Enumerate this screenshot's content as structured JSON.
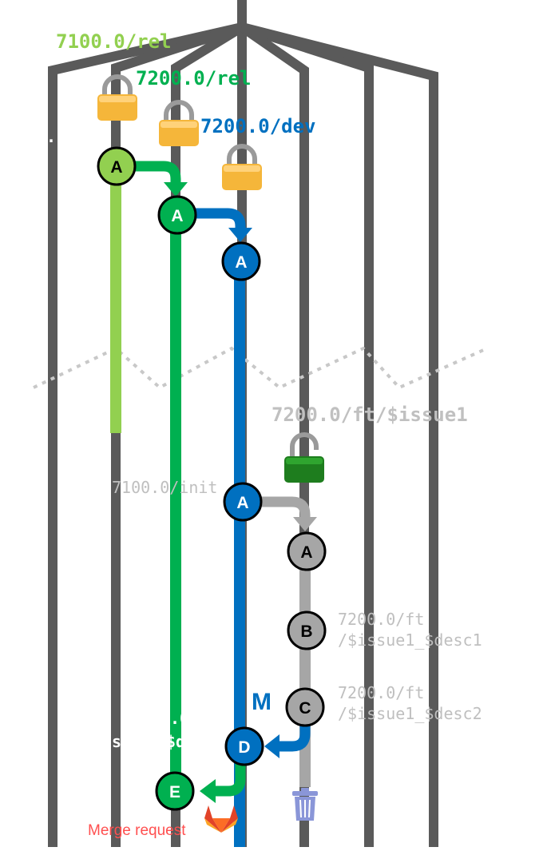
{
  "colors": {
    "trunk": "#5a5a5a",
    "rel_7100": "#92d050",
    "rel_7200": "#00b050",
    "dev_7200": "#0070c0",
    "feature": "#a6a6a6",
    "lock_gold": "#f5b63a",
    "lock_green": "#1e7d1e",
    "merge_request": "#ff5050",
    "wiggle": "#c8c8c8",
    "trash": "#8a96d8"
  },
  "labels": {
    "rel_7100": "7100.0/rel",
    "rel_7200": "7200.0/rel",
    "dev_7200": "7200.0/dev",
    "ft_issue1": "7200.0/ft/$issue1",
    "init_7100": "7100.0/init",
    "ft_desc1_line1": "7200.0/ft",
    "ft_desc1_line2": "/$issue1_$desc1",
    "ft_desc2_line1": "7200.0/ft",
    "ft_desc2_line2": "/$issue1_$desc2",
    "merge_marker": "M",
    "merge_request": "Merge request",
    "hidden_left_1": "0.",
    "hidden_left_2": ".0",
    "hidden_left_3": "ss",
    "hidden_left_4": "$d"
  },
  "nodes": {
    "rel_7100_a": "A",
    "rel_7200_a": "A",
    "dev_7200_a": "A",
    "dev_7200_init_a": "A",
    "ft_a": "A",
    "ft_b": "B",
    "ft_c": "C",
    "dev_d": "D",
    "rel_e": "E"
  },
  "icons": {
    "lock": "padlock-icon",
    "trash": "trash-bin-icon",
    "gitlab": "gitlab-fox-icon"
  }
}
